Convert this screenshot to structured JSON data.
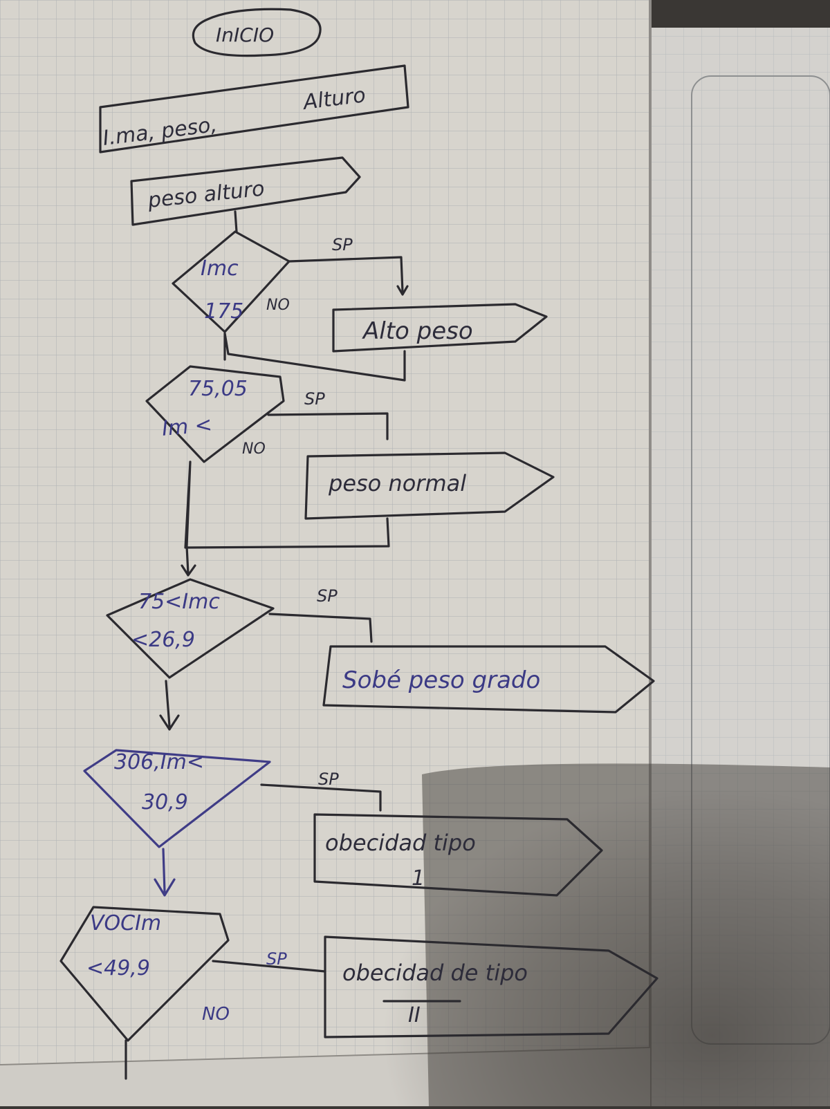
{
  "colors": {
    "paper": "#d7d4cd",
    "grid": "#aeb1b4",
    "ink_dark": "#2b2a2f",
    "ink_blue": "#3f3c86",
    "shadow": "#3a3734"
  },
  "flowchart": {
    "start": "InICIO",
    "input_line1": "Alturo",
    "input_line2": "I.ma, peso,",
    "input2": "peso alturo",
    "decisions": [
      {
        "line1": "Imc",
        "line2": "175",
        "yes": "SP",
        "no": "NO"
      },
      {
        "line1": "75,05",
        "line2": "Im <",
        "yes": "SP",
        "no": "NO"
      },
      {
        "line1": "75<Imc",
        "line2": "<26,9",
        "yes": "SP"
      },
      {
        "line1": "306,Im<",
        "line2": "30,9",
        "yes": "SP"
      },
      {
        "line1": "VOCIm",
        "line2": "<49,9",
        "yes": "SP",
        "no": "NO"
      }
    ],
    "outputs": [
      {
        "line1": "Alto peso",
        "line2": ""
      },
      {
        "line1": "peso normal",
        "line2": ""
      },
      {
        "line1": "Sobé peso grado",
        "line2": ""
      },
      {
        "line1": "obecidad tipo",
        "line2": "1"
      },
      {
        "line1": "obecidad de tipo",
        "line2": "II"
      }
    ]
  }
}
